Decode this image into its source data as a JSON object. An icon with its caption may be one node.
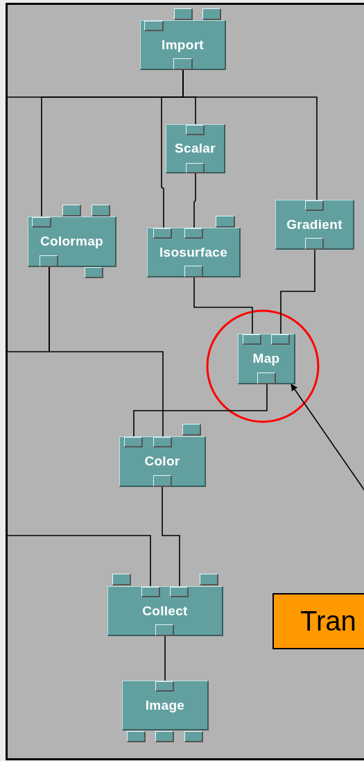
{
  "diagram": {
    "nodes": [
      {
        "text": [
          "Import"
        ]
      },
      {
        "text": [
          "Scalar"
        ]
      },
      {
        "text": [
          "Colormap"
        ]
      },
      {
        "text": [
          "Isosurface"
        ]
      },
      {
        "text": [
          "Gradient"
        ]
      },
      {
        "text": [
          "Map"
        ]
      },
      {
        "text": [
          "Color"
        ]
      },
      {
        "text": [
          "Collect"
        ]
      },
      {
        "text": [
          "Image"
        ]
      },
      {
        "text": [
          "Tran"
        ]
      }
    ],
    "edges": [
      {
        "from": 0,
        "to": 2,
        "arrow": "none"
      },
      {
        "from": 0,
        "to": 3,
        "arrow": "none"
      },
      {
        "from": 0,
        "to": 1,
        "arrow": "none"
      },
      {
        "from": 0,
        "to": 4,
        "arrow": "none"
      },
      {
        "from": 0,
        "to": null,
        "arrow": "none"
      },
      {
        "from": 1,
        "to": 3,
        "arrow": "none"
      },
      {
        "from": 3,
        "to": 5,
        "arrow": "none"
      },
      {
        "from": 4,
        "to": 5,
        "arrow": "none"
      },
      {
        "from": 2,
        "to": 6,
        "arrow": "none"
      },
      {
        "from": 2,
        "to": null,
        "arrow": "none"
      },
      {
        "from": 5,
        "to": 6,
        "arrow": "none"
      },
      {
        "from": 6,
        "to": 7,
        "arrow": "none"
      },
      {
        "from": null,
        "to": 7,
        "arrow": "none"
      },
      {
        "from": 7,
        "to": 8,
        "arrow": "none"
      },
      {
        "from": null,
        "to": 5,
        "arrow": "to"
      }
    ]
  }
}
